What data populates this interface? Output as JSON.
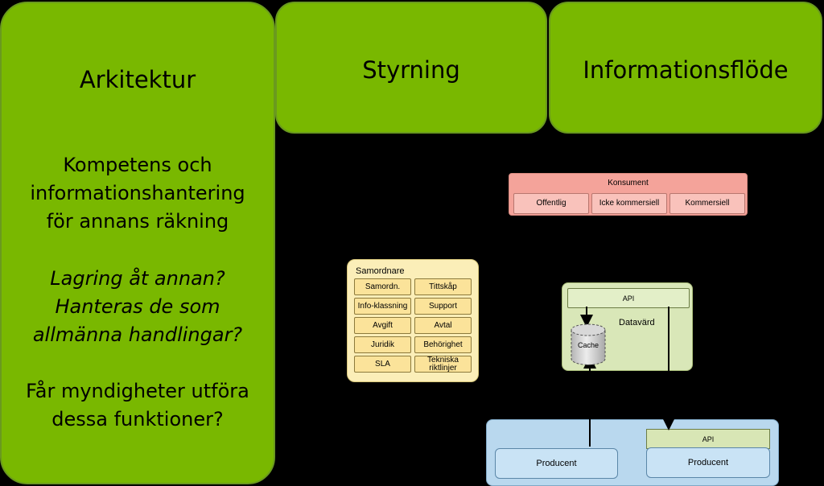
{
  "panels": {
    "left": {
      "title": "Arkitektur",
      "paragraph1": [
        "Kompetens och",
        "informationshantering",
        "för annans räkning"
      ],
      "paragraph2": [
        "Lagring åt annan?",
        "Hanteras de som",
        "allmänna handlingar?"
      ],
      "paragraph3": [
        "Får myndigheter utföra",
        "dessa funktioner?"
      ]
    },
    "middle": {
      "title": "Styrning"
    },
    "right": {
      "title": "Informationsflöde"
    }
  },
  "diagram": {
    "konsument": {
      "title": "Konsument",
      "items": [
        "Offentlig",
        "Icke kommersiell",
        "Kommersiell"
      ]
    },
    "samordnare": {
      "title": "Samordnare",
      "items": [
        "Samordn.",
        "Tittskåp",
        "Info-klassning",
        "Support",
        "Avgift",
        "Avtal",
        "Juridik",
        "Behörighet",
        "SLA",
        "Tekniska riktlinjer"
      ]
    },
    "datavard": {
      "api": "API",
      "title": "Datavärd",
      "cache": "Cache"
    },
    "producent": {
      "api": "API",
      "items": [
        "Producent",
        "Producent"
      ]
    }
  },
  "colors": {
    "panel_green": "#79b800",
    "konsument": "#f4a39a",
    "samordnare": "#fbeeb8",
    "datavard": "#d9e7b8",
    "producent": "#b9d8ee"
  }
}
